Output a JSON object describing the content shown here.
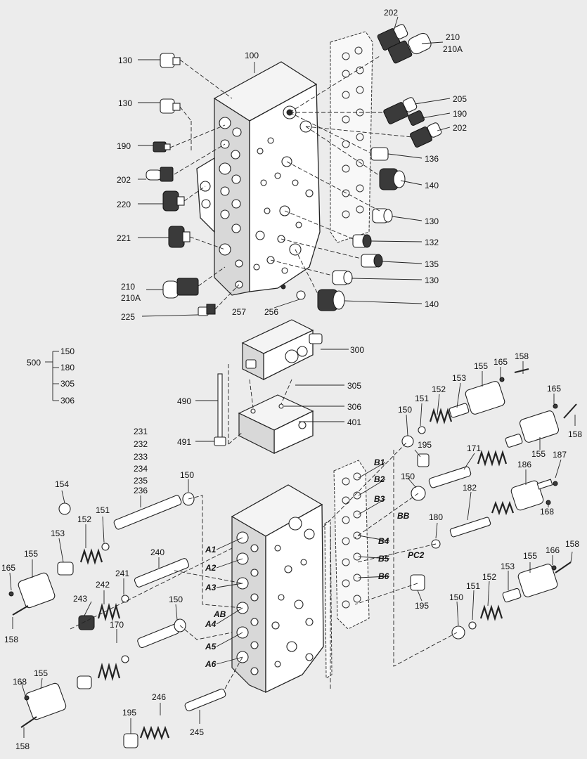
{
  "labels_top": {
    "l202a": "202",
    "l210a": "210",
    "l210Aa": "210A",
    "l130a": "130",
    "l100": "100",
    "l205": "205",
    "l130b": "130",
    "l190a": "190",
    "l202b": "202",
    "l190b": "190",
    "l136": "136",
    "l202c": "202",
    "l140a": "140",
    "l220": "220",
    "l130c": "130",
    "l221": "221",
    "l132": "132",
    "l135": "135",
    "l210b": "210",
    "l210Ab": "210A",
    "l130d": "130",
    "l140b": "140",
    "l225": "225",
    "l257": "257",
    "l256": "256"
  },
  "labels_mid": {
    "l300": "300",
    "l500": "500",
    "l150a": "150",
    "l180a": "180",
    "l305a": "305",
    "l306a": "306",
    "l305b": "305",
    "l490": "490",
    "l306b": "306",
    "l401": "401",
    "l491": "491"
  },
  "labels_right": {
    "l158a": "158",
    "l165a": "165",
    "l155a": "155",
    "l153a": "153",
    "l152a": "152",
    "l151a": "151",
    "l150b": "150",
    "l165b": "165",
    "l158b": "158",
    "l195a": "195",
    "l171": "171",
    "l155b": "155",
    "l186": "186",
    "l187": "187",
    "l150c": "150",
    "l168a": "168",
    "l182": "182",
    "l180b": "180",
    "l158c": "158",
    "l166": "166",
    "l155c": "155",
    "l153b": "153",
    "l152b": "152",
    "l151b": "151",
    "l150d": "150",
    "l195b": "195"
  },
  "labels_left": {
    "l231": "231",
    "l232": "232",
    "l233": "233",
    "l234": "234",
    "l235": "235",
    "l236": "236",
    "l150e": "150",
    "l154": "154",
    "l151c": "151",
    "l152c": "152",
    "l153c": "153",
    "l240": "240",
    "l155d": "155",
    "l165c": "165",
    "l241": "241",
    "l242": "242",
    "l243": "243",
    "l158d": "158",
    "l150f": "150",
    "l170": "170",
    "l168b": "168",
    "l155e": "155",
    "l158e": "158",
    "l246": "246",
    "l195c": "195",
    "l245": "245"
  },
  "port_labels": {
    "A1": "A1",
    "A2": "A2",
    "A3": "A3",
    "A4": "A4",
    "AB": "AB",
    "A5": "A5",
    "A6": "A6",
    "B1": "B1",
    "B2": "B2",
    "B3": "B3",
    "BB": "BB",
    "B4": "B4",
    "B5": "B5",
    "B6": "B6",
    "PC2": "PC2"
  }
}
